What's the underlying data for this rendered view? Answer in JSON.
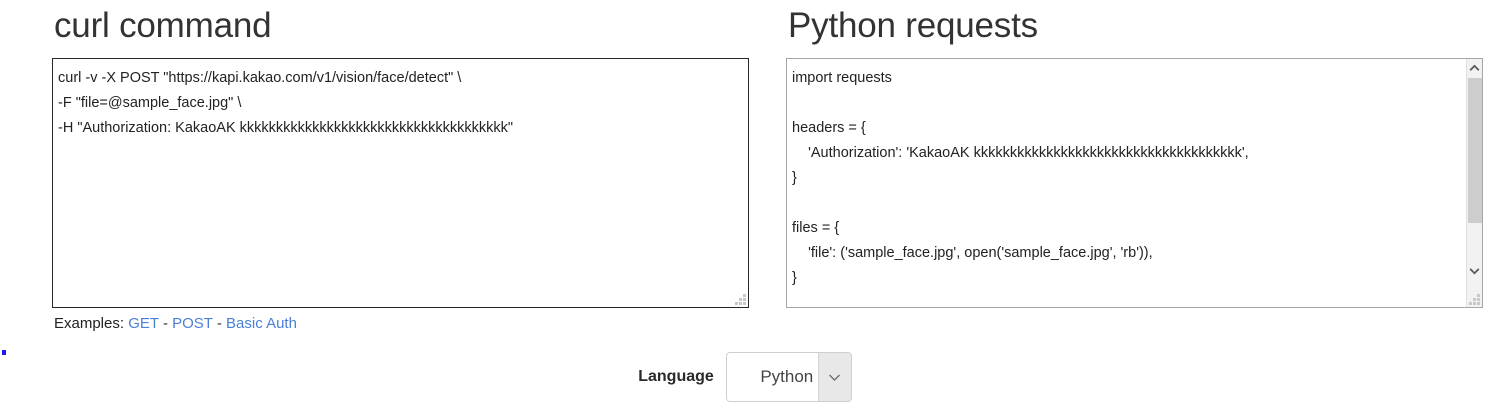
{
  "panels": {
    "curl": {
      "title": "curl command",
      "code": "curl -v -X POST \"https://kapi.kakao.com/v1/vision/face/detect\" \\\n-F \"file=@sample_face.jpg\" \\\n-H \"Authorization: KakaoAK kkkkkkkkkkkkkkkkkkkkkkkkkkkkkkkkkkkkk\"",
      "border_color": "#262626"
    },
    "python": {
      "title": "Python requests",
      "code": "import requests\n\nheaders = {\n    'Authorization': 'KakaoAK kkkkkkkkkkkkkkkkkkkkkkkkkkkkkkkkkkkkk',\n}\n\nfiles = {\n    'file': ('sample_face.jpg', open('sample_face.jpg', 'rb')),\n}",
      "border_color": "#a6a6a6",
      "scrollbar": {
        "up_icon": "chevron-up-icon",
        "down_icon": "chevron-down-icon",
        "thumb_color": "#cdcdcd",
        "track_color": "#f2f2f2"
      }
    }
  },
  "examples": {
    "label": "Examples:",
    "links": [
      {
        "label": "GET"
      },
      {
        "label": "POST"
      },
      {
        "label": "Basic Auth"
      }
    ],
    "separator": "-",
    "link_color": "#4a80d6"
  },
  "language": {
    "label": "Language",
    "selected": "Python",
    "arrow_icon": "chevron-down-icon"
  },
  "icons": {
    "resize_grip": "resize-grip-icon"
  }
}
